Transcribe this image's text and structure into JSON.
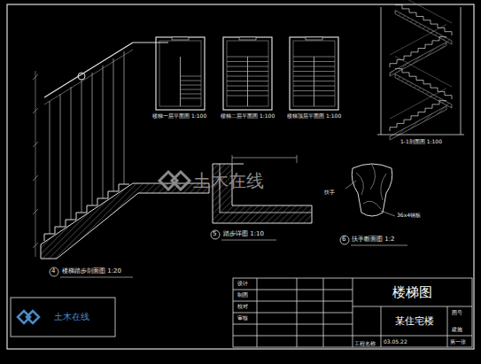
{
  "diagram": {
    "nodes": [
      {
        "text": [
          "楼梯图"
        ]
      },
      {
        "text": [
          "某住宅楼"
        ]
      },
      {
        "text": [
          "土木在线"
        ]
      }
    ],
    "labels": [
      "楼梯一层平面图 1:100",
      "楼梯二层平面图 1:100",
      "楼梯顶层平面图 1:100",
      "1-1剖面图 1:100",
      "楼梯踏步剖面图 1:20",
      "4",
      "踏步详图 1:10",
      "5",
      "扶手断面图 1:2",
      "6",
      "扶手",
      "36x4钢板",
      "土木在线",
      "工程名称",
      "图号",
      "设计",
      "制图",
      "校对",
      "审核",
      "03.05.22",
      "建施",
      "第一张"
    ]
  }
}
